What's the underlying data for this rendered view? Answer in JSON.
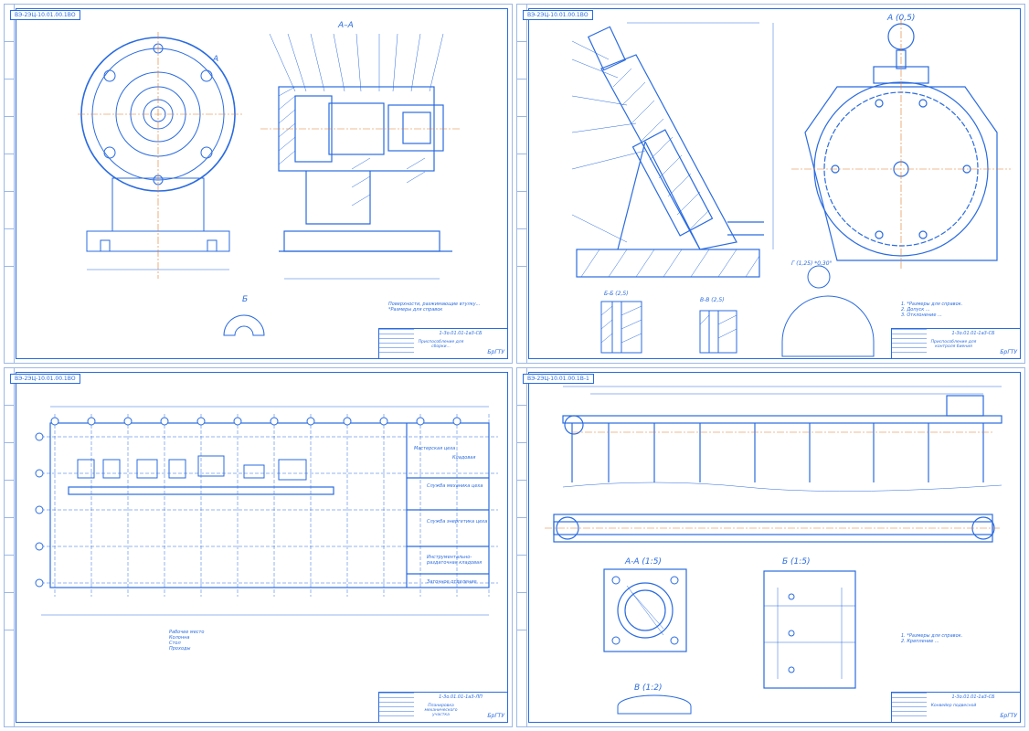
{
  "colors": {
    "line": "#2a6be0",
    "hatch": "#2a6be0",
    "center": "#e07a2a",
    "paper": "#ffffff"
  },
  "sheets": [
    {
      "code": "ВЭ-2ЭЦ-10.01.00.1ВО",
      "title_code": "1-3о.01.01-1а3-СБ",
      "title_name": "Приспособление для сборки...",
      "org": "БрГТУ",
      "section_label": "А–А",
      "view_label": "Б",
      "arrow_label": "А",
      "notes": "Поверхности, разжимающие втулку...\n*Размеры для справок"
    },
    {
      "code": "ВЭ-2ЭЦ-10.01.00.1ВО",
      "title_code": "1-3о.01.01-1а3-СБ",
      "title_name": "Приспособление для контроля биения",
      "org": "БрГТУ",
      "section_label": "А (0,5)",
      "view_b": "Б-Б (2,5)",
      "view_v": "В-В (2,5)",
      "view_g": "Г (1,25) *0,30°",
      "notes": "1. *Размеры для справок.\n2. Допуск ...\n3. Отклонение ..."
    },
    {
      "code": "ВЭ-2ЭЦ-10.01.00.1ВО",
      "title_code": "1-3о.01.01-1а3-ЛП",
      "title_name": "Планировка механического участка",
      "org": "БрГТУ",
      "room_labels": [
        "Служба механика цеха",
        "Служба энергетика цеха",
        "Инструментально-раздаточная кладовая",
        "Заточное отделение",
        "Мастерская цеха",
        "Кладовая"
      ],
      "legend": [
        "Рабочее место",
        "Колонна",
        "Стол",
        "Проходы"
      ]
    },
    {
      "code": "ВЭ-2ЭЦ-10.01.00.1В-1",
      "title_code": "1-3о.01.01-1а3-СБ",
      "title_name": "Конвейер подвесной",
      "org": "БрГТУ",
      "section_label": "А-А (1:5)",
      "view_label": "Б (1:5)",
      "view_v": "В (1:2)",
      "notes": "1. *Размеры для справок.\n2. Крепление ..."
    }
  ]
}
